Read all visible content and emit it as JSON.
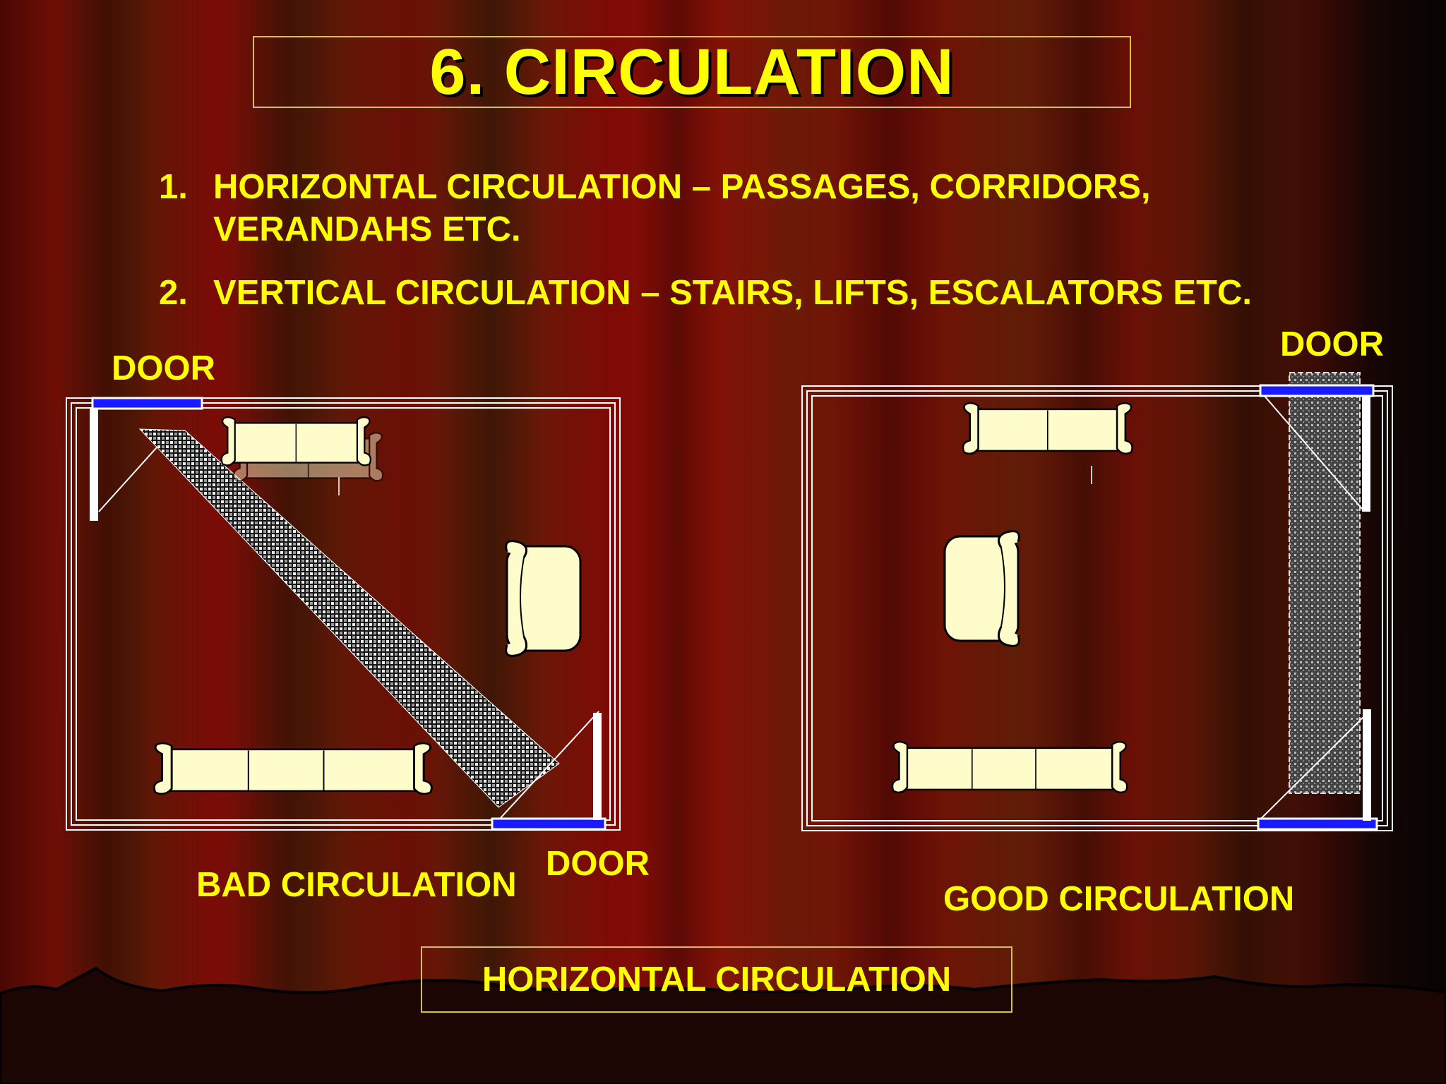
{
  "slide": {
    "title": "6. CIRCULATION",
    "items": [
      {
        "num": "1.",
        "text": "HORIZONTAL CIRCULATION – PASSAGES, CORRIDORS, VERANDAHS ETC."
      },
      {
        "num": "2.",
        "text": "VERTICAL CIRCULATION – STAIRS, LIFTS, ESCALATORS ETC."
      }
    ],
    "bottom_label": "HORIZONTAL CIRCULATION"
  },
  "left_plan": {
    "caption": "BAD CIRCULATION",
    "door_top_label": "DOOR",
    "door_bottom_label": "DOOR"
  },
  "right_plan": {
    "caption": "GOOD CIRCULATION",
    "door_top_label": "DOOR"
  },
  "colors": {
    "text": "#ffff00",
    "door": "#1a1aff",
    "wall": "#ffffff",
    "furniture": "#ffffc8",
    "path": "#e8e8e8"
  }
}
